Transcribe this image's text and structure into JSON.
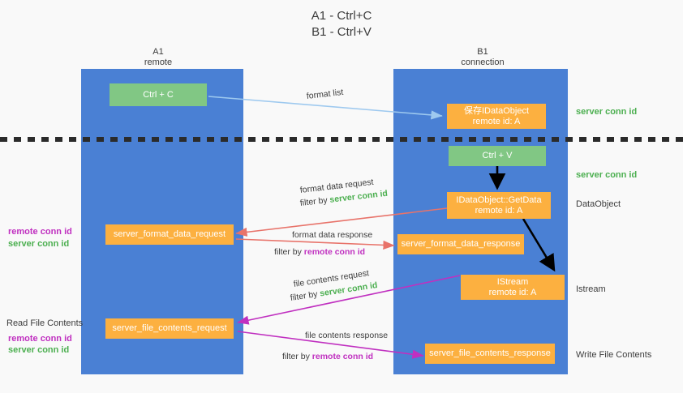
{
  "title": {
    "line1": "A1 - Ctrl+C",
    "line2": "B1 - Ctrl+V"
  },
  "colors": {
    "lane": "#4a80d4",
    "green_box": "#81c784",
    "orange_box": "#fcb040",
    "green_text": "#4caf50",
    "purple_text": "#c030c0",
    "arrow_blue": "#9ec9ef",
    "arrow_red": "#e8736a",
    "arrow_magenta": "#c030c0",
    "arrow_black": "#000000",
    "background": "#f9f9f9"
  },
  "columns": [
    {
      "id": "a1",
      "name": "A1",
      "role": "remote"
    },
    {
      "id": "b1",
      "name": "B1",
      "role": "connection"
    }
  ],
  "nodes": [
    {
      "id": "ctrl-c",
      "label": "Ctrl + C",
      "sub": "",
      "kind": "green"
    },
    {
      "id": "save-idataobject",
      "label": "保存IDataObject",
      "sub": "remote id: A",
      "kind": "orange"
    },
    {
      "id": "ctrl-v",
      "label": "Ctrl + V",
      "sub": "",
      "kind": "green"
    },
    {
      "id": "idataobject-getdata",
      "label": "IDataObject::GetData",
      "sub": "remote id: A",
      "kind": "orange"
    },
    {
      "id": "server-format-data-request",
      "label": "server_format_data_request",
      "sub": "",
      "kind": "orange"
    },
    {
      "id": "server-format-data-response",
      "label": "server_format_data_response",
      "sub": "",
      "kind": "orange"
    },
    {
      "id": "istream",
      "label": "IStream",
      "sub": "remote id: A",
      "kind": "orange"
    },
    {
      "id": "server-file-contents-request",
      "label": "server_file_contents_request",
      "sub": "",
      "kind": "orange"
    },
    {
      "id": "server-file-contents-response",
      "label": "server_file_contents_response",
      "sub": "",
      "kind": "orange"
    }
  ],
  "edge_labels": {
    "format_list": "format list",
    "format_data_request": "format data request",
    "format_data_request_filter_pre": "filter by ",
    "format_data_request_filter_key": "server conn id",
    "format_data_response": "format data response",
    "format_data_response_filter_pre": "filter by ",
    "format_data_response_filter_key": "remote conn id",
    "file_contents_request": "file contents request",
    "file_contents_request_filter_pre": "filter by ",
    "file_contents_request_filter_key": "server conn id",
    "file_contents_response": "file contents response",
    "file_contents_response_filter_pre": "filter by ",
    "file_contents_response_filter_key": "remote conn id"
  },
  "right_notes": [
    {
      "id": "server-conn-id-1",
      "text": "server conn id",
      "style": "green"
    },
    {
      "id": "server-conn-id-2",
      "text": "server conn id",
      "style": "green"
    },
    {
      "id": "dataobject",
      "text": "DataObject",
      "style": "plain"
    },
    {
      "id": "istream-note",
      "text": "Istream",
      "style": "plain"
    },
    {
      "id": "write-file-contents",
      "text": "Write File Contents",
      "style": "plain"
    }
  ],
  "left_notes": [
    {
      "id": "left-remote-conn-id-1",
      "text": "remote conn id",
      "style": "purple"
    },
    {
      "id": "left-server-conn-id-1",
      "text": "server conn id",
      "style": "green"
    },
    {
      "id": "read-file-contents",
      "text": "Read File Contents",
      "style": "plain"
    },
    {
      "id": "left-remote-conn-id-2",
      "text": "remote conn id",
      "style": "purple"
    },
    {
      "id": "left-server-conn-id-2",
      "text": "server conn id",
      "style": "green"
    }
  ]
}
